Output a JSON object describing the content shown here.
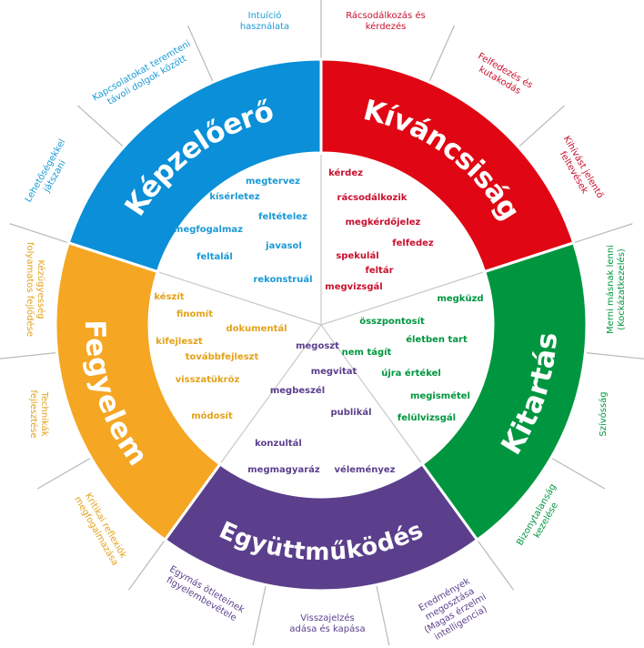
{
  "sections": [
    {
      "id": "kepzelo",
      "title": "Képzelőerő",
      "color": "#0a8fd8",
      "verb_color": "#1a9ad6",
      "outer_color": "#1a9ad6",
      "verbs": [
        "megtervez",
        "kísérletez",
        "feltételez",
        "megfogalmaz",
        "javasol",
        "feltalál",
        "rekonstruál"
      ],
      "outer": [
        [
          "Intuíció",
          "használata"
        ],
        [
          "Kapcsolatokat teremteni",
          "távoli dolgok között"
        ],
        [
          "Lehetőségekkel",
          "játszani"
        ]
      ]
    },
    {
      "id": "kivancsisag",
      "title": "Kíváncsiság",
      "color": "#e00613",
      "verb_color": "#c8102e",
      "outer_color": "#c8102e",
      "verbs": [
        "kérdez",
        "rácsodálkozik",
        "megkérdőjelez",
        "felfedez",
        "spekulál",
        "feltár",
        "megvizsgál"
      ],
      "outer": [
        [
          "Rácsodálkozás és",
          "kérdezés"
        ],
        [
          "Felfedezés és",
          "kutakodás"
        ],
        [
          "Kihívást jelentő",
          "feltevések"
        ]
      ]
    },
    {
      "id": "kitartas",
      "title": "Kitartás",
      "color": "#00963f",
      "verb_color": "#00963f",
      "outer_color": "#00963f",
      "verbs": [
        "megküzd",
        "összpontosít",
        "életben tart",
        "nem tágít",
        "újra értékel",
        "megismétel",
        "felülvizsgál"
      ],
      "outer": [
        [
          "Merni másnak lenni",
          "(Kockázatkezelés)"
        ],
        [
          "Szívósság"
        ],
        [
          "Bizonytalanság",
          "kezelése"
        ]
      ]
    },
    {
      "id": "egyuttmukodes",
      "title": "Együttműködés",
      "color": "#5b3f8c",
      "verb_color": "#5b3f8c",
      "outer_color": "#5b3f8c",
      "verbs": [
        "megoszt",
        "megvitat",
        "megbeszél",
        "publikál",
        "konzultál",
        "megmagyaráz",
        "véleményez"
      ],
      "outer": [
        [
          "Eredmények",
          "megosztása",
          "(Magas érzelmi",
          "intelligencia)"
        ],
        [
          "Visszajelzés",
          "adása és kapása"
        ],
        [
          "Egymás ötleteinek",
          "figyelembevétele"
        ]
      ]
    },
    {
      "id": "fegyelem",
      "title": "Fegyelem",
      "color": "#f5a623",
      "verb_color": "#e3a21a",
      "outer_color": "#e3a21a",
      "verbs": [
        "készít",
        "finomít",
        "dokumentál",
        "kifejleszt",
        "továbbfejleszt",
        "visszatükröz",
        "módosít"
      ],
      "outer": [
        [
          "Kritikai reflexiók",
          "megfogalmazása"
        ],
        [
          "Technikák",
          "fejlesztése"
        ],
        [
          "Kézügyesség",
          "folyamatos fejlődése"
        ]
      ]
    }
  ]
}
